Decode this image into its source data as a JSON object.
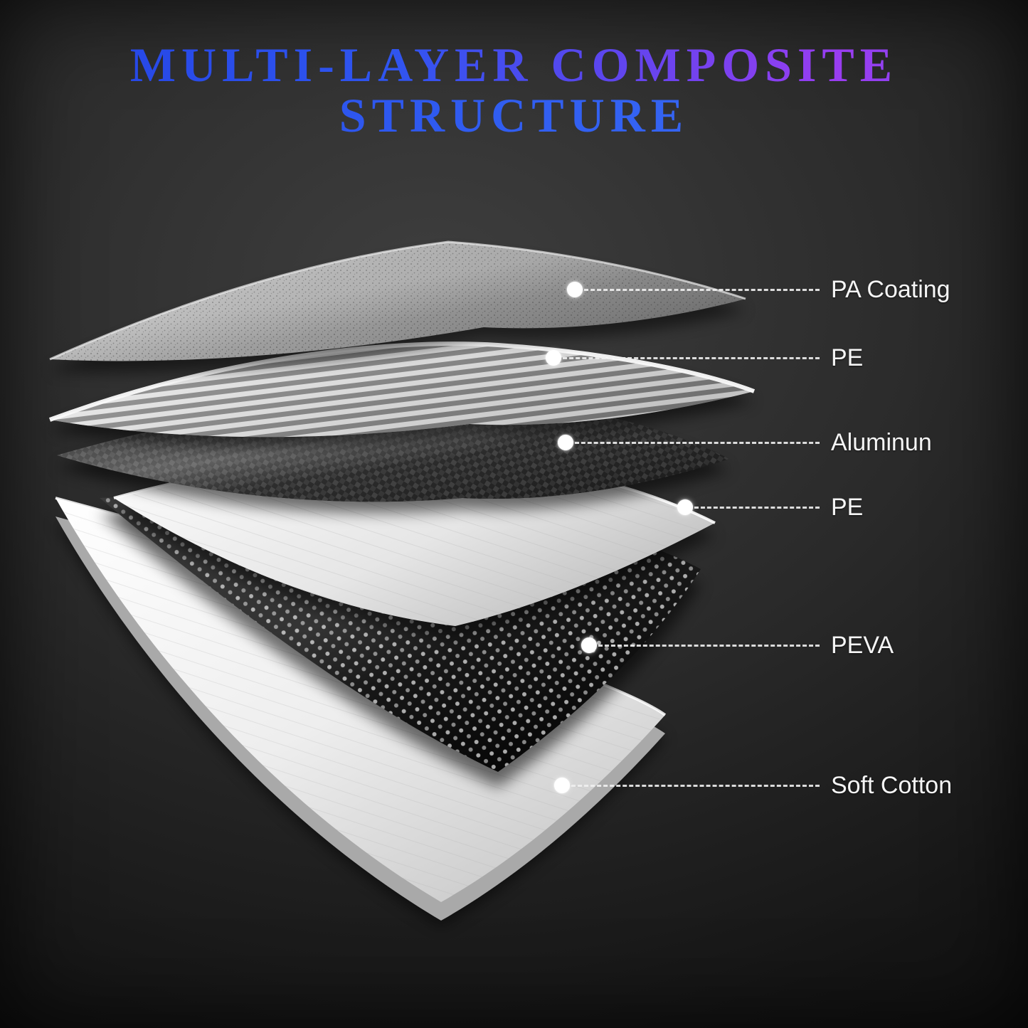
{
  "title": {
    "line1": "MULTI-LAYER COMPOSITE",
    "line2": "STRUCTURE"
  },
  "colors": {
    "title_gradient_start": "#2342e2",
    "title_gradient_mid": "#5a46ee",
    "title_gradient_end": "#9a3df0",
    "label_text": "#f5f5f5",
    "background_dark": "#0c0c0c"
  },
  "layers": [
    {
      "name": "PA Coating",
      "texture": "stippled-gray-sheet"
    },
    {
      "name": "PE",
      "texture": "silver-corrugated-sheet"
    },
    {
      "name": "Aluminun",
      "texture": "dark-woven-sheet"
    },
    {
      "name": "PE",
      "texture": "smooth-white-sheet"
    },
    {
      "name": "PEVA",
      "texture": "black-perforated-sheet"
    },
    {
      "name": "Soft Cotton",
      "texture": "thick-white-foam-sheet"
    }
  ]
}
